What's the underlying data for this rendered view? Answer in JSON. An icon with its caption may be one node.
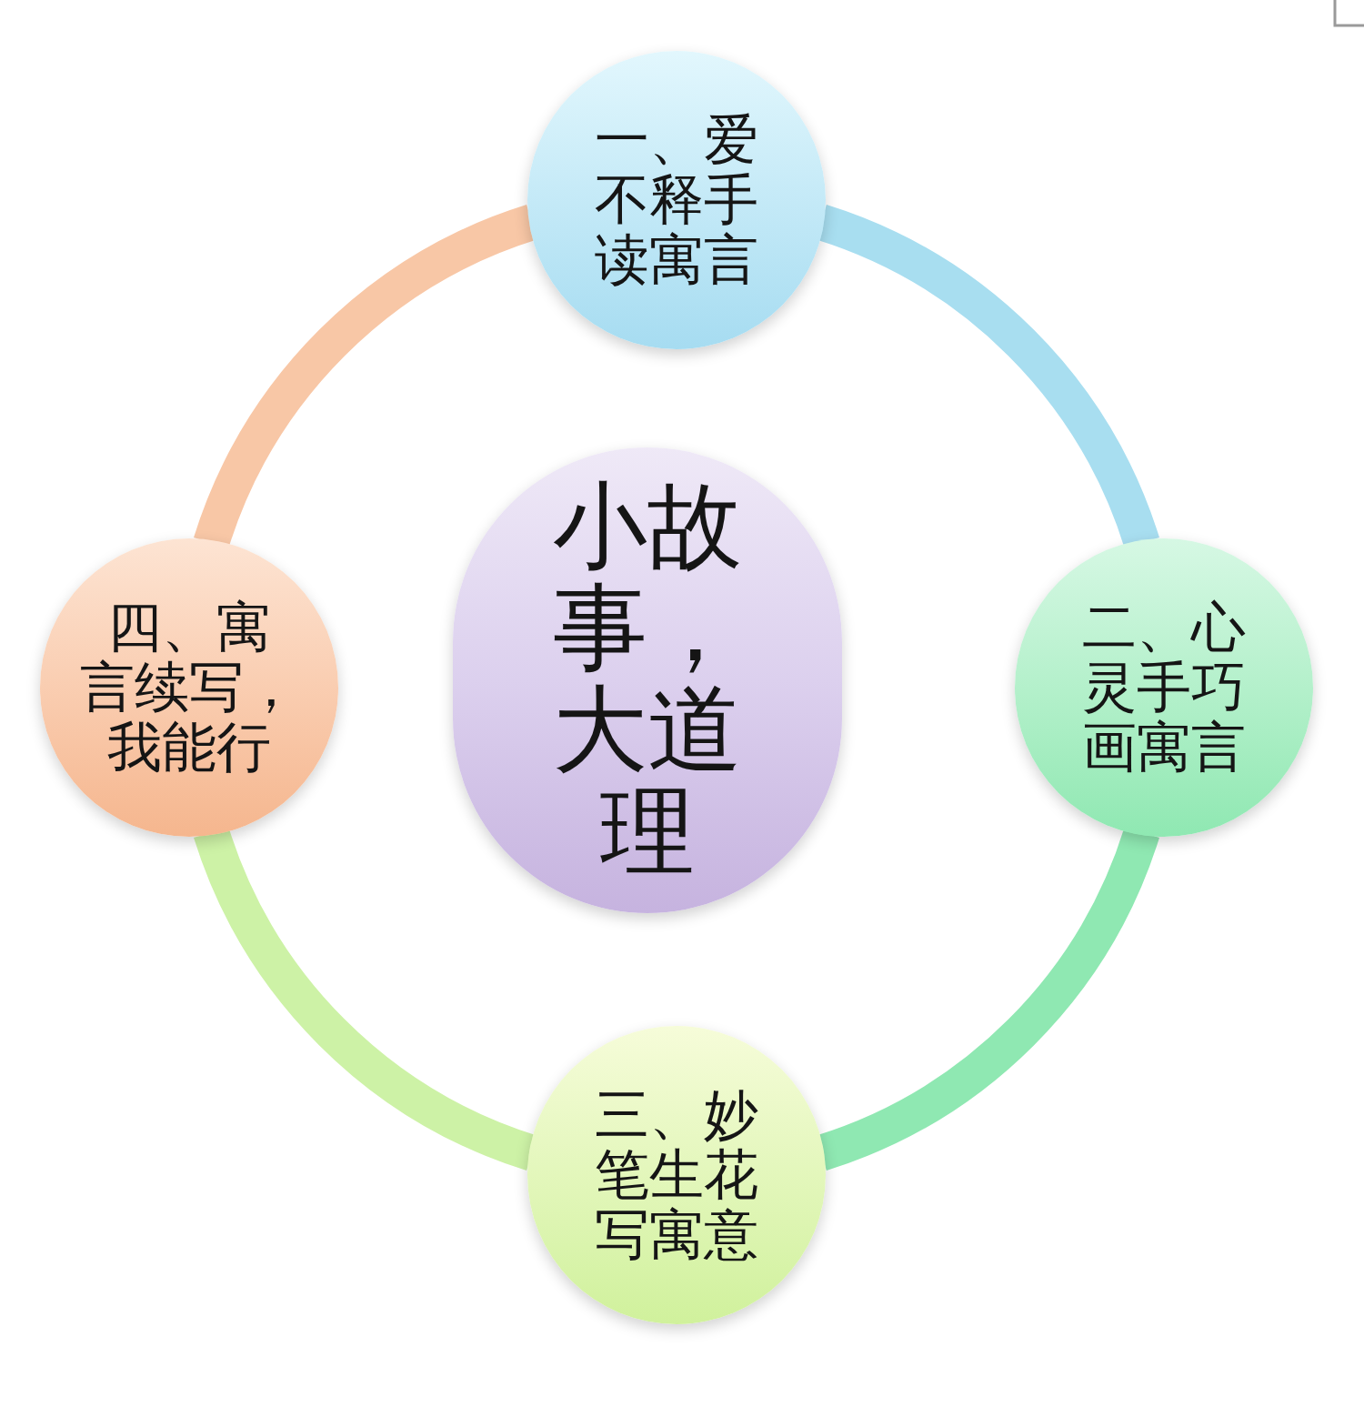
{
  "diagram": {
    "nodes": [
      {
        "text": [
          "小故事，大道理"
        ]
      },
      {
        "text": [
          "一、爱不释手读寓言"
        ]
      },
      {
        "text": [
          "二、心灵手巧画寓言"
        ]
      },
      {
        "text": [
          "三、妙笔生花写寓意"
        ]
      },
      {
        "text": [
          "四、寓言续写，我能行"
        ]
      }
    ],
    "edges": [
      {
        "from": 1,
        "to": 2,
        "arrow": "none",
        "color": "#a8def0"
      },
      {
        "from": 2,
        "to": 3,
        "arrow": "none",
        "color": "#8fe8b2"
      },
      {
        "from": 3,
        "to": 4,
        "arrow": "none",
        "color": "#cdf2a6"
      },
      {
        "from": 4,
        "to": 1,
        "arrow": "none",
        "color": "#f8c7a6"
      }
    ]
  }
}
